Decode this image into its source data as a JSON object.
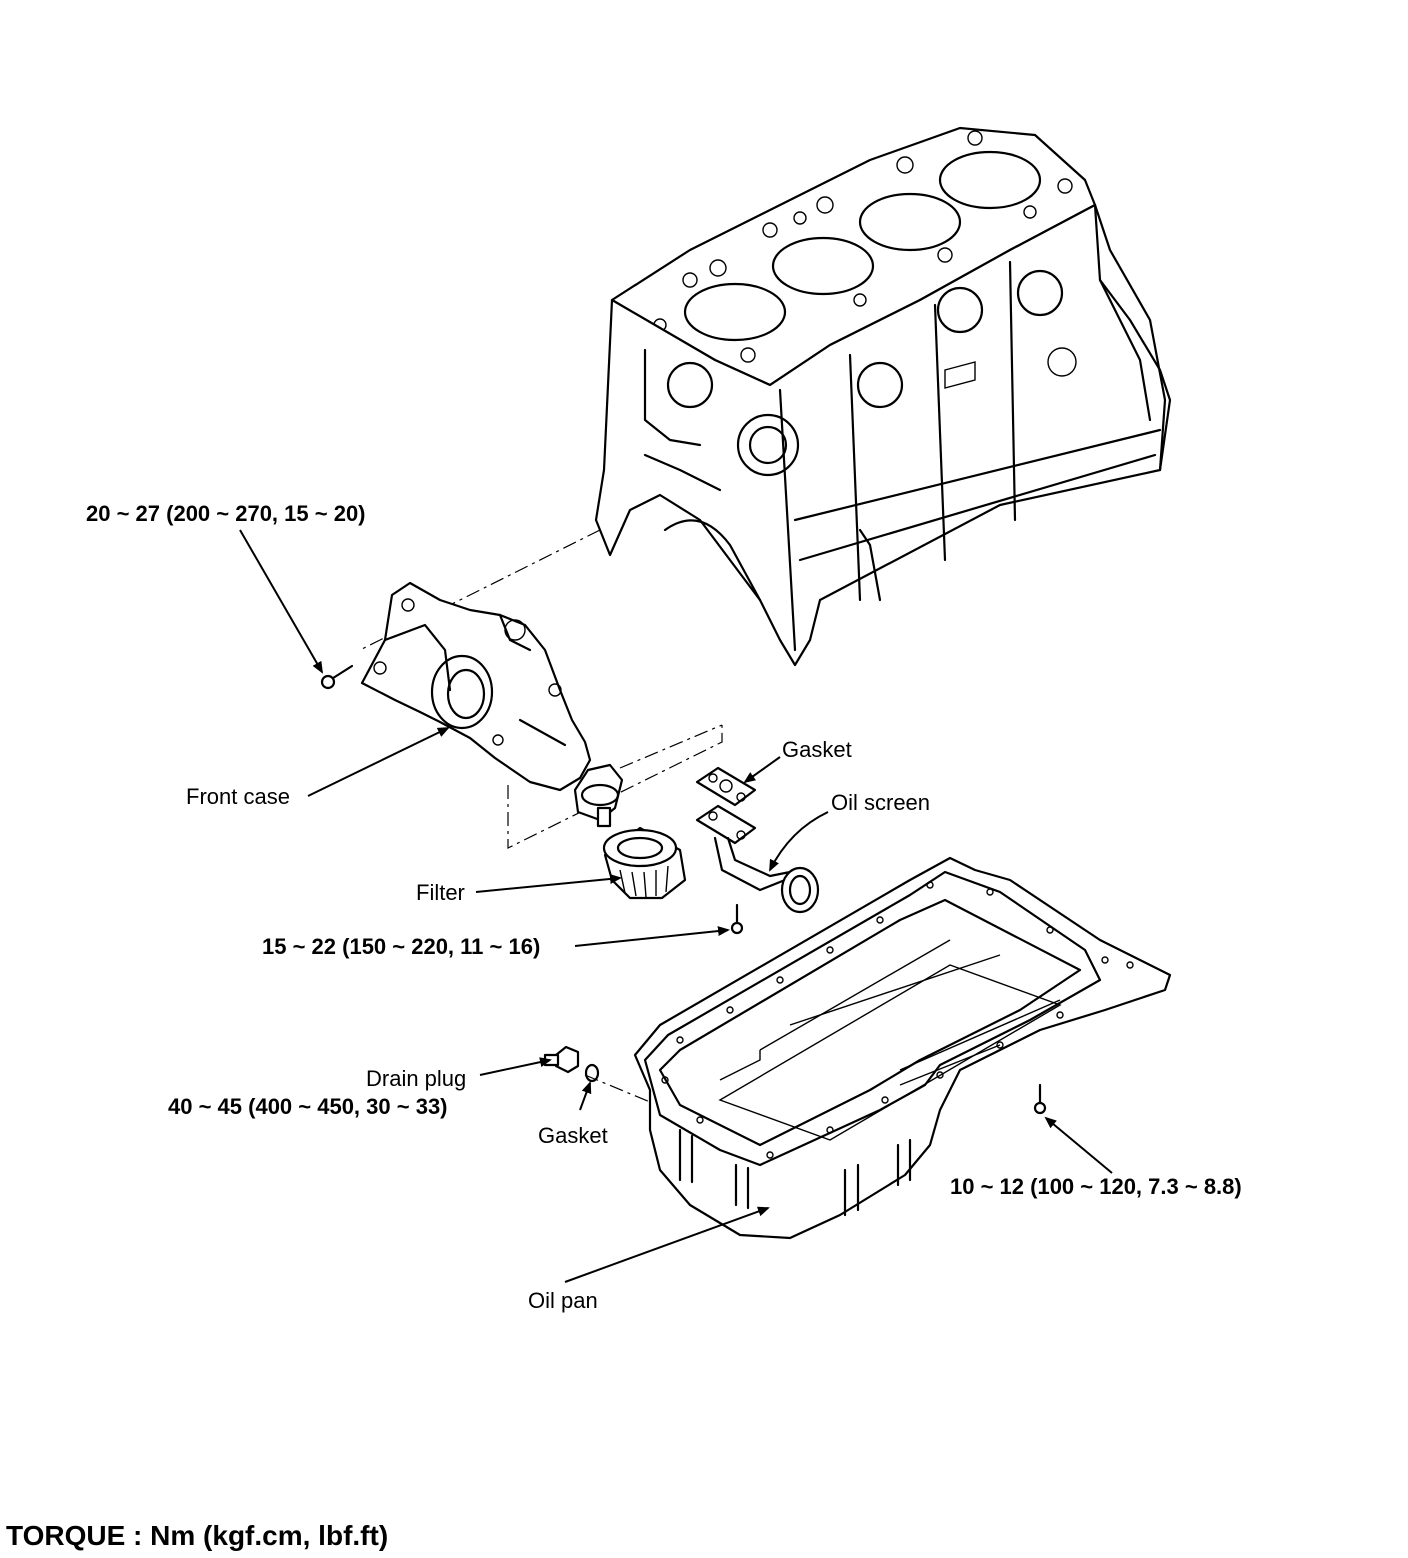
{
  "parts": {
    "front_case": "Front case",
    "filter": "Filter",
    "gasket_upper": "Gasket",
    "oil_screen": "Oil screen",
    "drain_plug": "Drain plug",
    "gasket_lower": "Gasket",
    "oil_pan": "Oil pan"
  },
  "torques": {
    "front_case_bolt": "20 ~ 27 (200 ~ 270, 15 ~ 20)",
    "oil_screen_bolt": "15 ~ 22 (150 ~ 220, 11 ~ 16)",
    "drain_plug": "40 ~ 45 (400 ~ 450, 30 ~ 33)",
    "oil_pan_bolt": "10 ~ 12 (100 ~ 120, 7.3 ~ 8.8)"
  },
  "footer": {
    "torque_unit": "TORQUE : Nm (kgf.cm, lbf.ft)"
  }
}
